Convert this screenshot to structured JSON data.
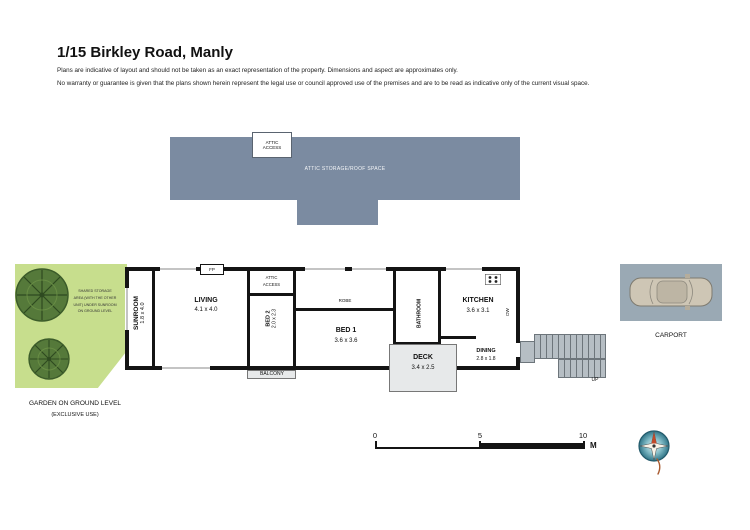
{
  "header": {
    "title": "1/15 Birkley Road, Manly",
    "disclaimer1": "Plans are indicative of layout and should not be taken as an exact representation of the property. Dimensions and aspect are approximates only.",
    "disclaimer2": "No warranty or guarantee is given that the plans shown herein represent the legal use or council approved use of the premises and are to be read as indicative only of the current visual space."
  },
  "attic": {
    "access_line1": "ATTIC",
    "access_line2": "ACCESS",
    "storage_label": "ATTIC STORAGE/ROOF SPACE"
  },
  "rooms": {
    "sunroom": {
      "name": "SUNROOM",
      "dims": "1.8 x 4.0"
    },
    "living": {
      "name": "LIVING",
      "dims": "4.1 x 4.0"
    },
    "bed2": {
      "name": "BED 2",
      "dims": "2.0 x 2.3"
    },
    "bed1": {
      "name": "BED 1",
      "dims": "3.6 x 3.6"
    },
    "kitchen": {
      "name": "KITCHEN",
      "dims": "3.6 x 3.1"
    },
    "bathroom": {
      "name": "BATHROOM"
    },
    "deck": {
      "name": "DECK",
      "dims": "3.4 x 2.5"
    },
    "dining": {
      "name": "DINING",
      "dims": "2.8 x 1.8"
    },
    "balcony": {
      "name": "BALCONY"
    },
    "robe": {
      "name": "ROBE"
    },
    "fireplace": {
      "name": "FP"
    },
    "dishwasher": {
      "name": "DW"
    },
    "attic_access_line1": "ATTIC",
    "attic_access_line2": "ACCESS",
    "stairs_up": "UP"
  },
  "garden": {
    "note1": "SHARED STORAGE",
    "note2": "AREA (WITH THE OTHER",
    "note3": "UNIT) UNDER SUNROOM",
    "note4": "ON GROUND LEVEL",
    "label": "GARDEN ON GROUND LEVEL",
    "sublabel": "(EXCLUSIVE USE)"
  },
  "carport": {
    "label": "CARPORT"
  },
  "scalebar": {
    "zero": "0",
    "five": "5",
    "ten": "10",
    "unit": "M"
  },
  "colors": {
    "attic_fill": "#7b8ba1",
    "garden_fill": "#c7de8d",
    "carport_fill": "#9aa9b4",
    "stair_fill": "#b6bec4",
    "deck_fill": "#e7e9ea",
    "wall": "#141414",
    "tree_green": "#55793a"
  }
}
